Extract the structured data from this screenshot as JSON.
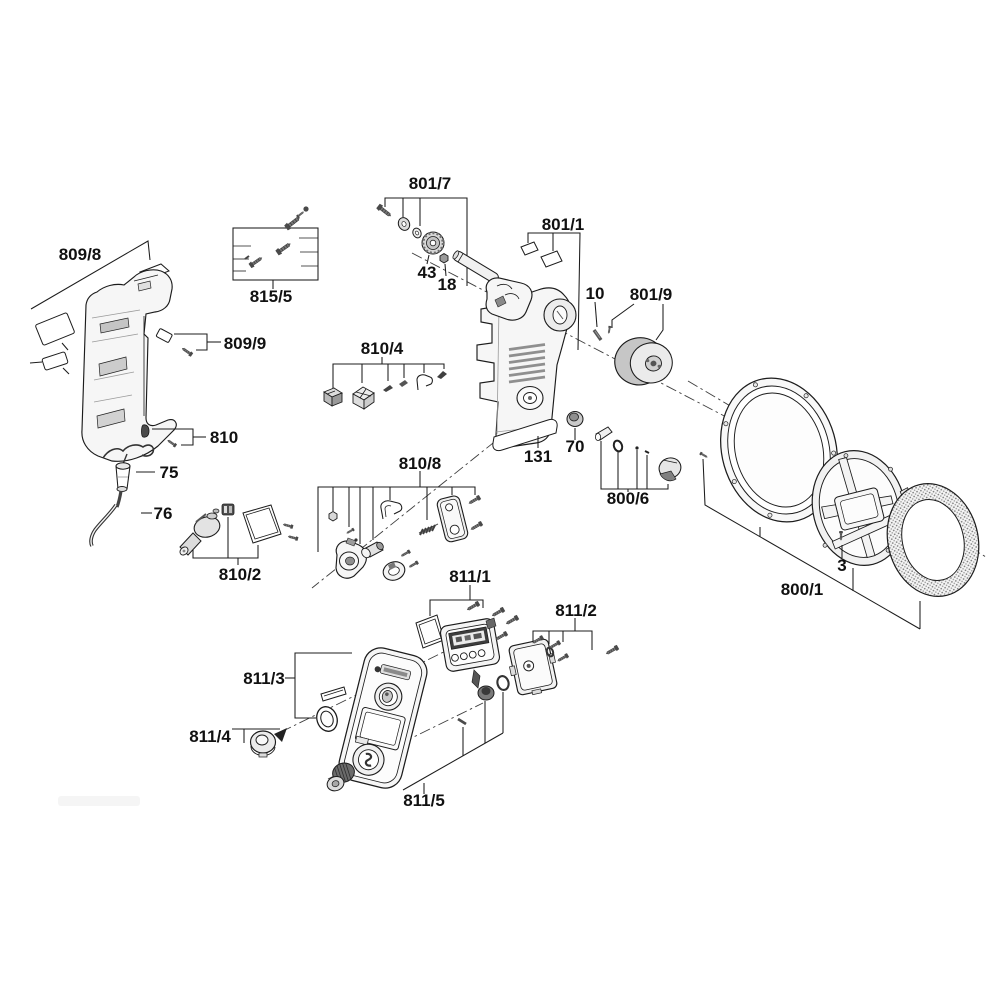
{
  "diagram": {
    "background": "#ffffff",
    "line_color": "#1c1c1c",
    "label_color": "#111111",
    "type": "exploded-parts-diagram",
    "parts": [
      {
        "ref": "809/8"
      },
      {
        "ref": "815/5"
      },
      {
        "ref": "809/9"
      },
      {
        "ref": "810"
      },
      {
        "ref": "75"
      },
      {
        "ref": "76"
      },
      {
        "ref": "810/2"
      },
      {
        "ref": "810/4"
      },
      {
        "ref": "810/8"
      },
      {
        "ref": "801/7"
      },
      {
        "ref": "43"
      },
      {
        "ref": "18"
      },
      {
        "ref": "801/1"
      },
      {
        "ref": "10"
      },
      {
        "ref": "801/9"
      },
      {
        "ref": "131"
      },
      {
        "ref": "70"
      },
      {
        "ref": "800/6"
      },
      {
        "ref": "811/1"
      },
      {
        "ref": "811/2"
      },
      {
        "ref": "811/3"
      },
      {
        "ref": "811/4"
      },
      {
        "ref": "811/5"
      },
      {
        "ref": "800/1"
      },
      {
        "ref": "3"
      }
    ]
  }
}
